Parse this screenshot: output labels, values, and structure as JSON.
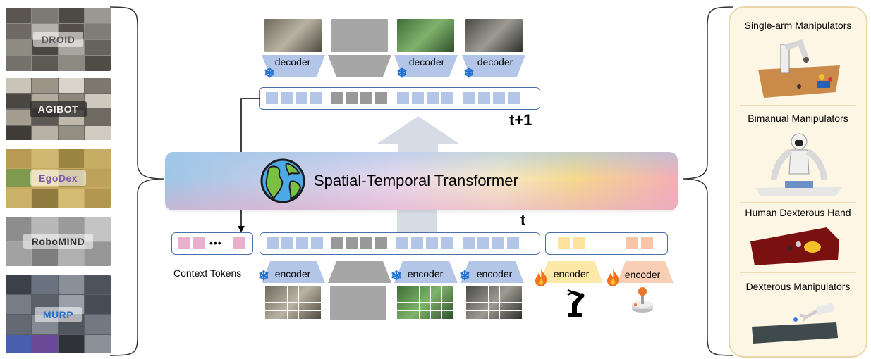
{
  "datasets": [
    {
      "name": "DROID",
      "label_color": "#555555"
    },
    {
      "name": "AGIBOT",
      "label_color": "#f2f2f2"
    },
    {
      "name": "EgoDex",
      "label_color": "#7a5aa6"
    },
    {
      "name": "RoboMIND",
      "label_color": "#333333"
    },
    {
      "name": "MURP",
      "label_color": "#1f6fd1"
    }
  ],
  "transformer": {
    "label": "Spatial-Temporal Transformer",
    "icon": "globe-icon"
  },
  "time_labels": {
    "next": "t+1",
    "current": "t"
  },
  "decoders": [
    "decoder",
    "decoder",
    "decoder"
  ],
  "encoders": [
    "encoder",
    "encoder",
    "encoder",
    "encoder",
    "encoder"
  ],
  "context": {
    "label": "Context Tokens",
    "ellipsis": "•••"
  },
  "embodiments": [
    {
      "label": "Single-arm Manipulators"
    },
    {
      "label": "Bimanual Manipulators"
    },
    {
      "label": "Human Dexterous Hand"
    },
    {
      "label": "Dexterous Manipulators"
    }
  ],
  "colors": {
    "token_blue": "#b4c6e7",
    "token_gray": "#999999",
    "token_pink": "#e7b1cd",
    "token_yellow": "#fde2a0",
    "token_peach": "#f8c6a6",
    "bar_border": "#4a6fa8",
    "snowflake": "#1f6fd1",
    "panel_bg": "#fdf6e4",
    "panel_border": "#e8d6a8"
  }
}
